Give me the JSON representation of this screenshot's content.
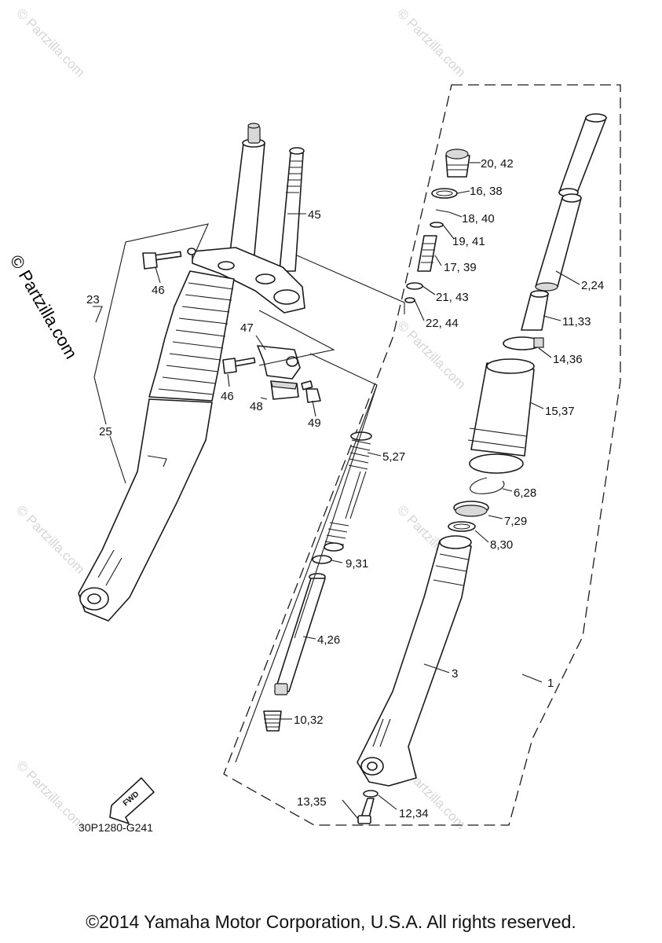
{
  "watermark": {
    "text": "© Partzilla.com"
  },
  "diagram": {
    "code": "30P1280-G241",
    "fwd_label": "FWD",
    "callouts": [
      "20, 42",
      "16, 38",
      "18, 40",
      "19, 41",
      "17, 39",
      "21, 43",
      "22, 44",
      "2,24",
      "11,33",
      "14,36",
      "15,37",
      "6,28",
      "7,29",
      "8,30",
      "45",
      "23",
      "46",
      "47",
      "46",
      "48",
      "49",
      "25",
      "5,27",
      "9,31",
      "4,26",
      "3",
      "1",
      "10,32",
      "13,35",
      "12,34"
    ]
  },
  "footer": {
    "copyright": "©2014 Yamaha Motor Corporation, U.S.A. All rights reserved."
  }
}
